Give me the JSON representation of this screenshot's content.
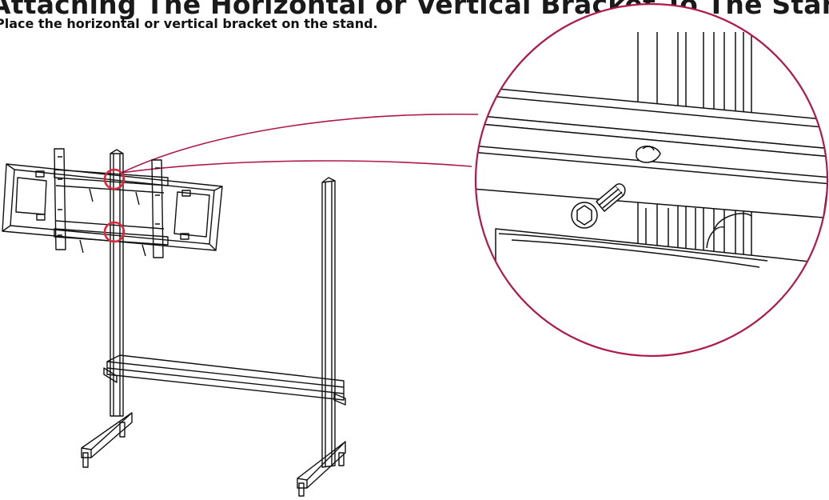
{
  "page": {
    "title": "Attaching The Horizontal or Vertical Bracket To The Stand",
    "instruction": "Place the horizontal or vertical bracket on the stand."
  },
  "colors": {
    "accent": "#b0184a",
    "marker": "#e0263a",
    "line": "#111111"
  },
  "illustration": {
    "icon": "stand-bracket-diagram",
    "detail_icon": "bolt-detail-magnifier"
  }
}
